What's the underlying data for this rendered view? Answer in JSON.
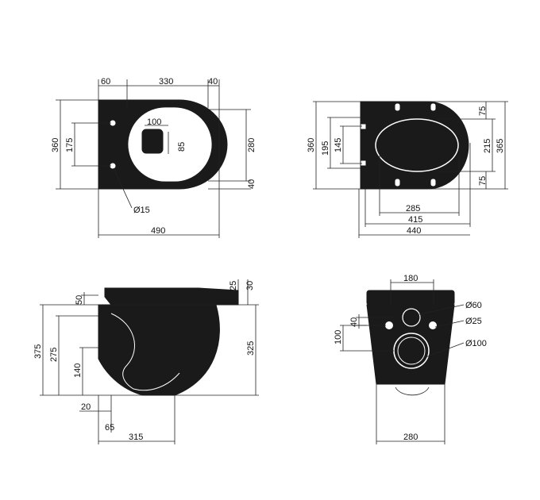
{
  "top_view": {
    "dims": {
      "a": "60",
      "b": "330",
      "c": "40",
      "d": "100",
      "e": "85",
      "f": "360",
      "g": "175",
      "h": "280",
      "i": "40",
      "j": "Ø15",
      "k": "490"
    }
  },
  "back_view": {
    "dims": {
      "a": "75",
      "b": "360",
      "c": "195",
      "d": "145",
      "e": "215",
      "f": "365",
      "g": "75",
      "h": "285",
      "i": "415",
      "j": "440"
    }
  },
  "side_view": {
    "dims": {
      "a": "25",
      "b": "30",
      "c": "50",
      "d": "375",
      "e": "275",
      "f": "325",
      "g": "140",
      "h": "20",
      "i": "65",
      "j": "315"
    }
  },
  "front_view": {
    "dims": {
      "a": "180",
      "b": "Ø60",
      "c": "40",
      "d": "Ø25",
      "e": "100",
      "f": "Ø100",
      "g": "280"
    }
  }
}
